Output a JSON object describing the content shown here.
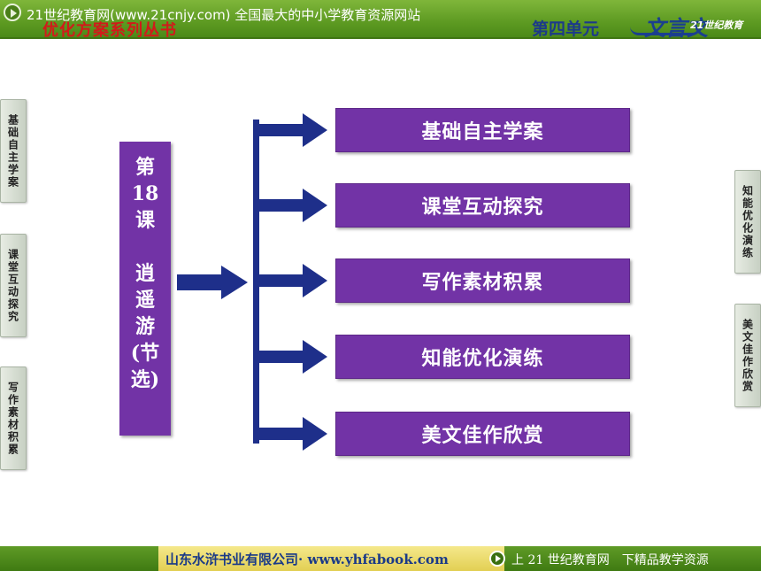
{
  "header": {
    "site_banner": "21世纪教育网(www.21cnjy.com) 全国最大的中小学教育资源网站",
    "series_title": "优化方案系列丛书",
    "unit": "第四单元",
    "genre": "文言文",
    "logo_text": "21世纪教育",
    "icon": "play-circle-icon"
  },
  "left_tabs": [
    {
      "label": "基础自主学案"
    },
    {
      "label": "课堂互动探究"
    },
    {
      "label": "写作素材积累"
    }
  ],
  "right_tabs": [
    {
      "label": "知能优化演练"
    },
    {
      "label": "美文佳作欣赏"
    }
  ],
  "lesson": {
    "line1": "第",
    "line2": "18",
    "line3": "课",
    "line4": "逍",
    "line5": "遥",
    "line6": "游",
    "line7": "(节",
    "line8": "选)"
  },
  "menu": [
    {
      "label": "基础自主学案"
    },
    {
      "label": "课堂互动探究"
    },
    {
      "label": "写作素材积累"
    },
    {
      "label": "知能优化演练"
    },
    {
      "label": "美文佳作欣赏"
    }
  ],
  "footer": {
    "publisher": "山东水浒书业有限公司· www.yhfabook.com",
    "promo": "上 21 世纪教育网　下精品教学资源"
  },
  "colors": {
    "header_green": "#5d9a22",
    "box_purple": "#7233a6",
    "arrow_blue": "#1e2f8a",
    "title_red": "#d21a1a"
  }
}
